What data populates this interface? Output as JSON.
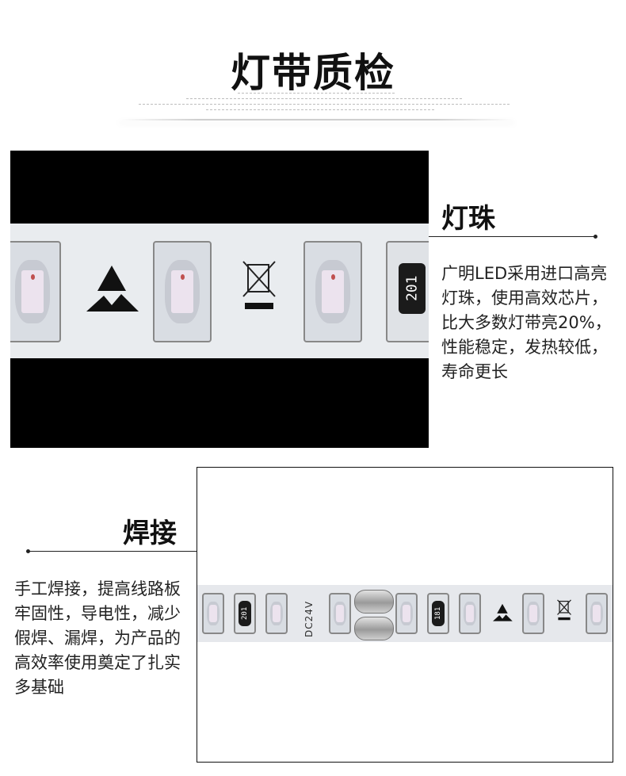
{
  "header": {
    "title": "灯带质检"
  },
  "section_led": {
    "heading": "灯珠",
    "text": "广明LED采用进口高亮灯珠，使用高效芯片，比大多数灯带亮20%，性能稳定，发热较低，寿命更长",
    "resistor_code": "201"
  },
  "section_weld": {
    "heading": "焊接",
    "text": "手工焊接，提高线路板牢固性，导电性，减少假焊、漏焊，为产品的高效率使用奠定了扎实多基础",
    "resistor_code_a": "201",
    "resistor_code_b": "181",
    "voltage_label": "DC24V"
  }
}
